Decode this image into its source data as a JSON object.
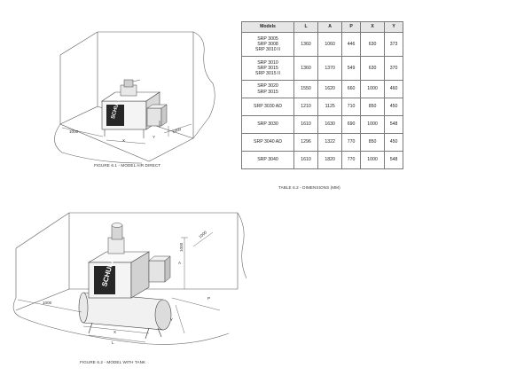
{
  "figure1": {
    "caption": "FIGURE 6.1 - MODEL AIR DIRECT",
    "dims": [
      "1000",
      "1000",
      "X",
      "Y"
    ],
    "brand": "SCHULZ"
  },
  "figure2": {
    "caption": "FIGURE 6.2 - MODEL WITH TANK",
    "dims": [
      "1000",
      "1000",
      "1000",
      "X",
      "Y",
      "L",
      "P",
      "A"
    ],
    "brand": "SCHULZ"
  },
  "table": {
    "caption": "TABLE 6.2 - DIMENSIONS (MM)",
    "headers": [
      "Models",
      "L",
      "A",
      "P",
      "X",
      "Y"
    ],
    "rows": [
      {
        "models": [
          "SRP 3005",
          "SRP 3008",
          "SRP 3010 II"
        ],
        "L": "1360",
        "A": "1060",
        "P": "446",
        "X": "630",
        "Y": "373"
      },
      {
        "models": [
          "SRP 3010",
          "SRP 3015",
          "SRP 3015 II"
        ],
        "L": "1360",
        "A": "1370",
        "P": "549",
        "X": "630",
        "Y": "370"
      },
      {
        "models": [
          "SRP 3020",
          "SRP 3015"
        ],
        "L": "1550",
        "A": "1620",
        "P": "660",
        "X": "1000",
        "Y": "460"
      },
      {
        "models": [
          "SRP 3030 AD"
        ],
        "L": "1210",
        "A": "1125",
        "P": "710",
        "X": "850",
        "Y": "450"
      },
      {
        "models": [
          "SRP 3030"
        ],
        "L": "1610",
        "A": "1630",
        "P": "690",
        "X": "1000",
        "Y": "548"
      },
      {
        "models": [
          "SRP 3040 AD"
        ],
        "L": "1296",
        "A": "1322",
        "P": "770",
        "X": "850",
        "Y": "450"
      },
      {
        "models": [
          "SRP 3040"
        ],
        "L": "1610",
        "A": "1820",
        "P": "770",
        "X": "1000",
        "Y": "548"
      }
    ]
  }
}
